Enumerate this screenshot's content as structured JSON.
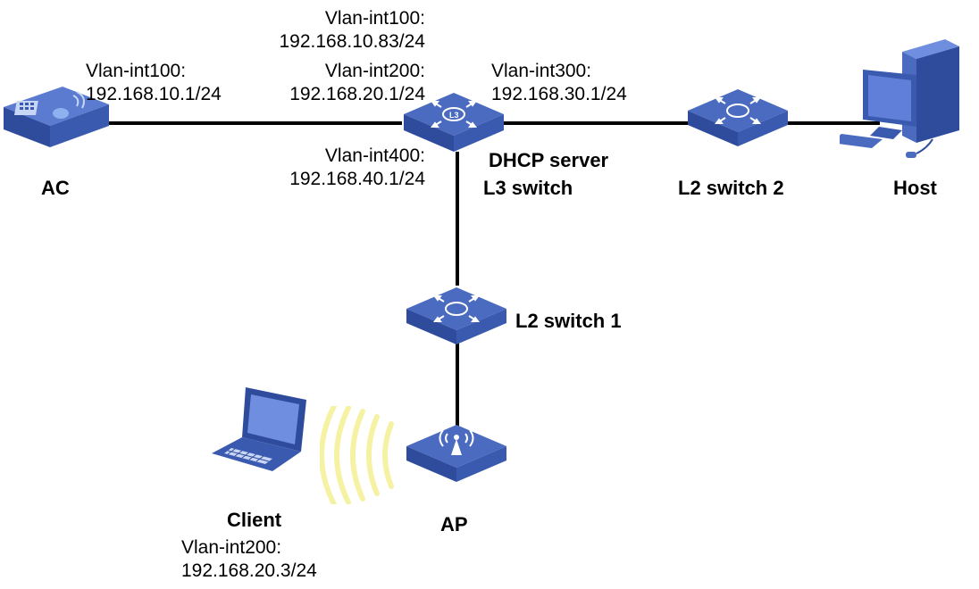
{
  "devices": {
    "ac": {
      "name": "AC",
      "iface": "Vlan-int100:",
      "ip": "192.168.10.1/24"
    },
    "l3": {
      "role": "DHCP server",
      "name": "L3 switch",
      "iface1": "Vlan-int100:",
      "ip1": "192.168.10.83/24",
      "iface2": "Vlan-int200:",
      "ip2": "192.168.20.1/24",
      "iface3": "Vlan-int300:",
      "ip3": "192.168.30.1/24",
      "iface4": "Vlan-int400:",
      "ip4": "192.168.40.1/24"
    },
    "l2sw2": {
      "name": "L2 switch 2"
    },
    "host": {
      "name": "Host"
    },
    "l2sw1": {
      "name": "L2 switch 1"
    },
    "ap": {
      "name": "AP"
    },
    "client": {
      "name": "Client",
      "iface": "Vlan-int200:",
      "ip": "192.168.20.3/24"
    }
  },
  "colors": {
    "device_top": "#4a6bc0",
    "device_side": "#2f4c9c",
    "wireless_waves": "#f6f2a4",
    "link": "#000000"
  }
}
